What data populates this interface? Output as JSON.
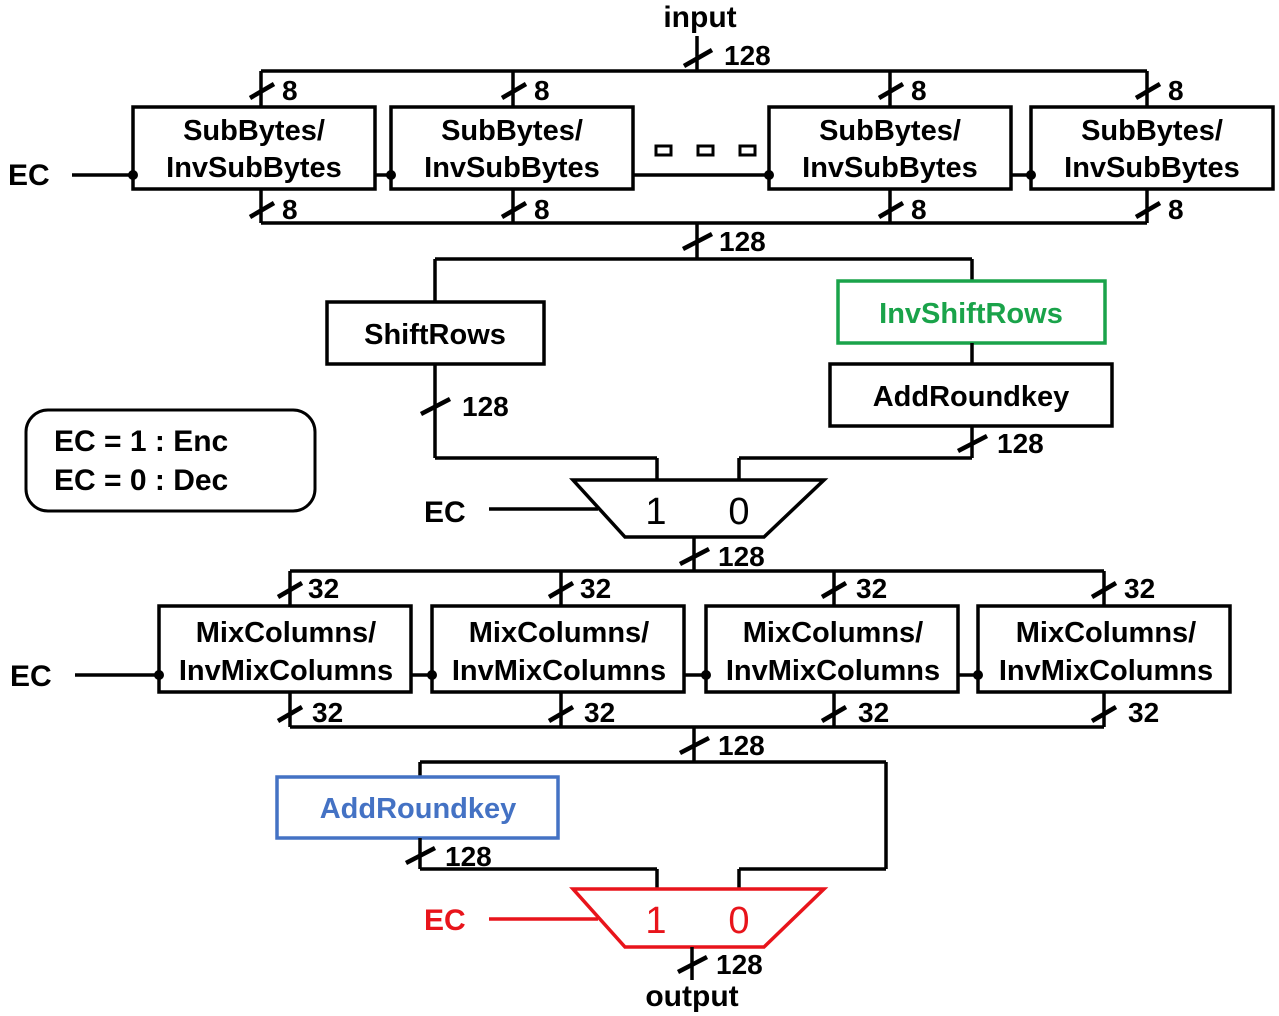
{
  "input_label": "input",
  "output_label": "output",
  "ec_label": "EC",
  "legend": {
    "line1": "EC = 1 : Enc",
    "line2": "EC = 0 : Dec"
  },
  "width_128": "128",
  "width_8": "8",
  "width_32": "32",
  "subbytes": {
    "line1": "SubBytes/",
    "line2": "InvSubBytes"
  },
  "mixcolumns": {
    "line1": "MixColumns/",
    "line2": "InvMixColumns"
  },
  "shiftrows": "ShiftRows",
  "invshiftrows": "InvShiftRows",
  "addroundkey": "AddRoundkey",
  "mux": {
    "in1": "1",
    "in0": "0"
  },
  "colors": {
    "green": "#1aa34a",
    "blue": "#4472c4",
    "red": "#e8141b",
    "black": "#000000"
  }
}
